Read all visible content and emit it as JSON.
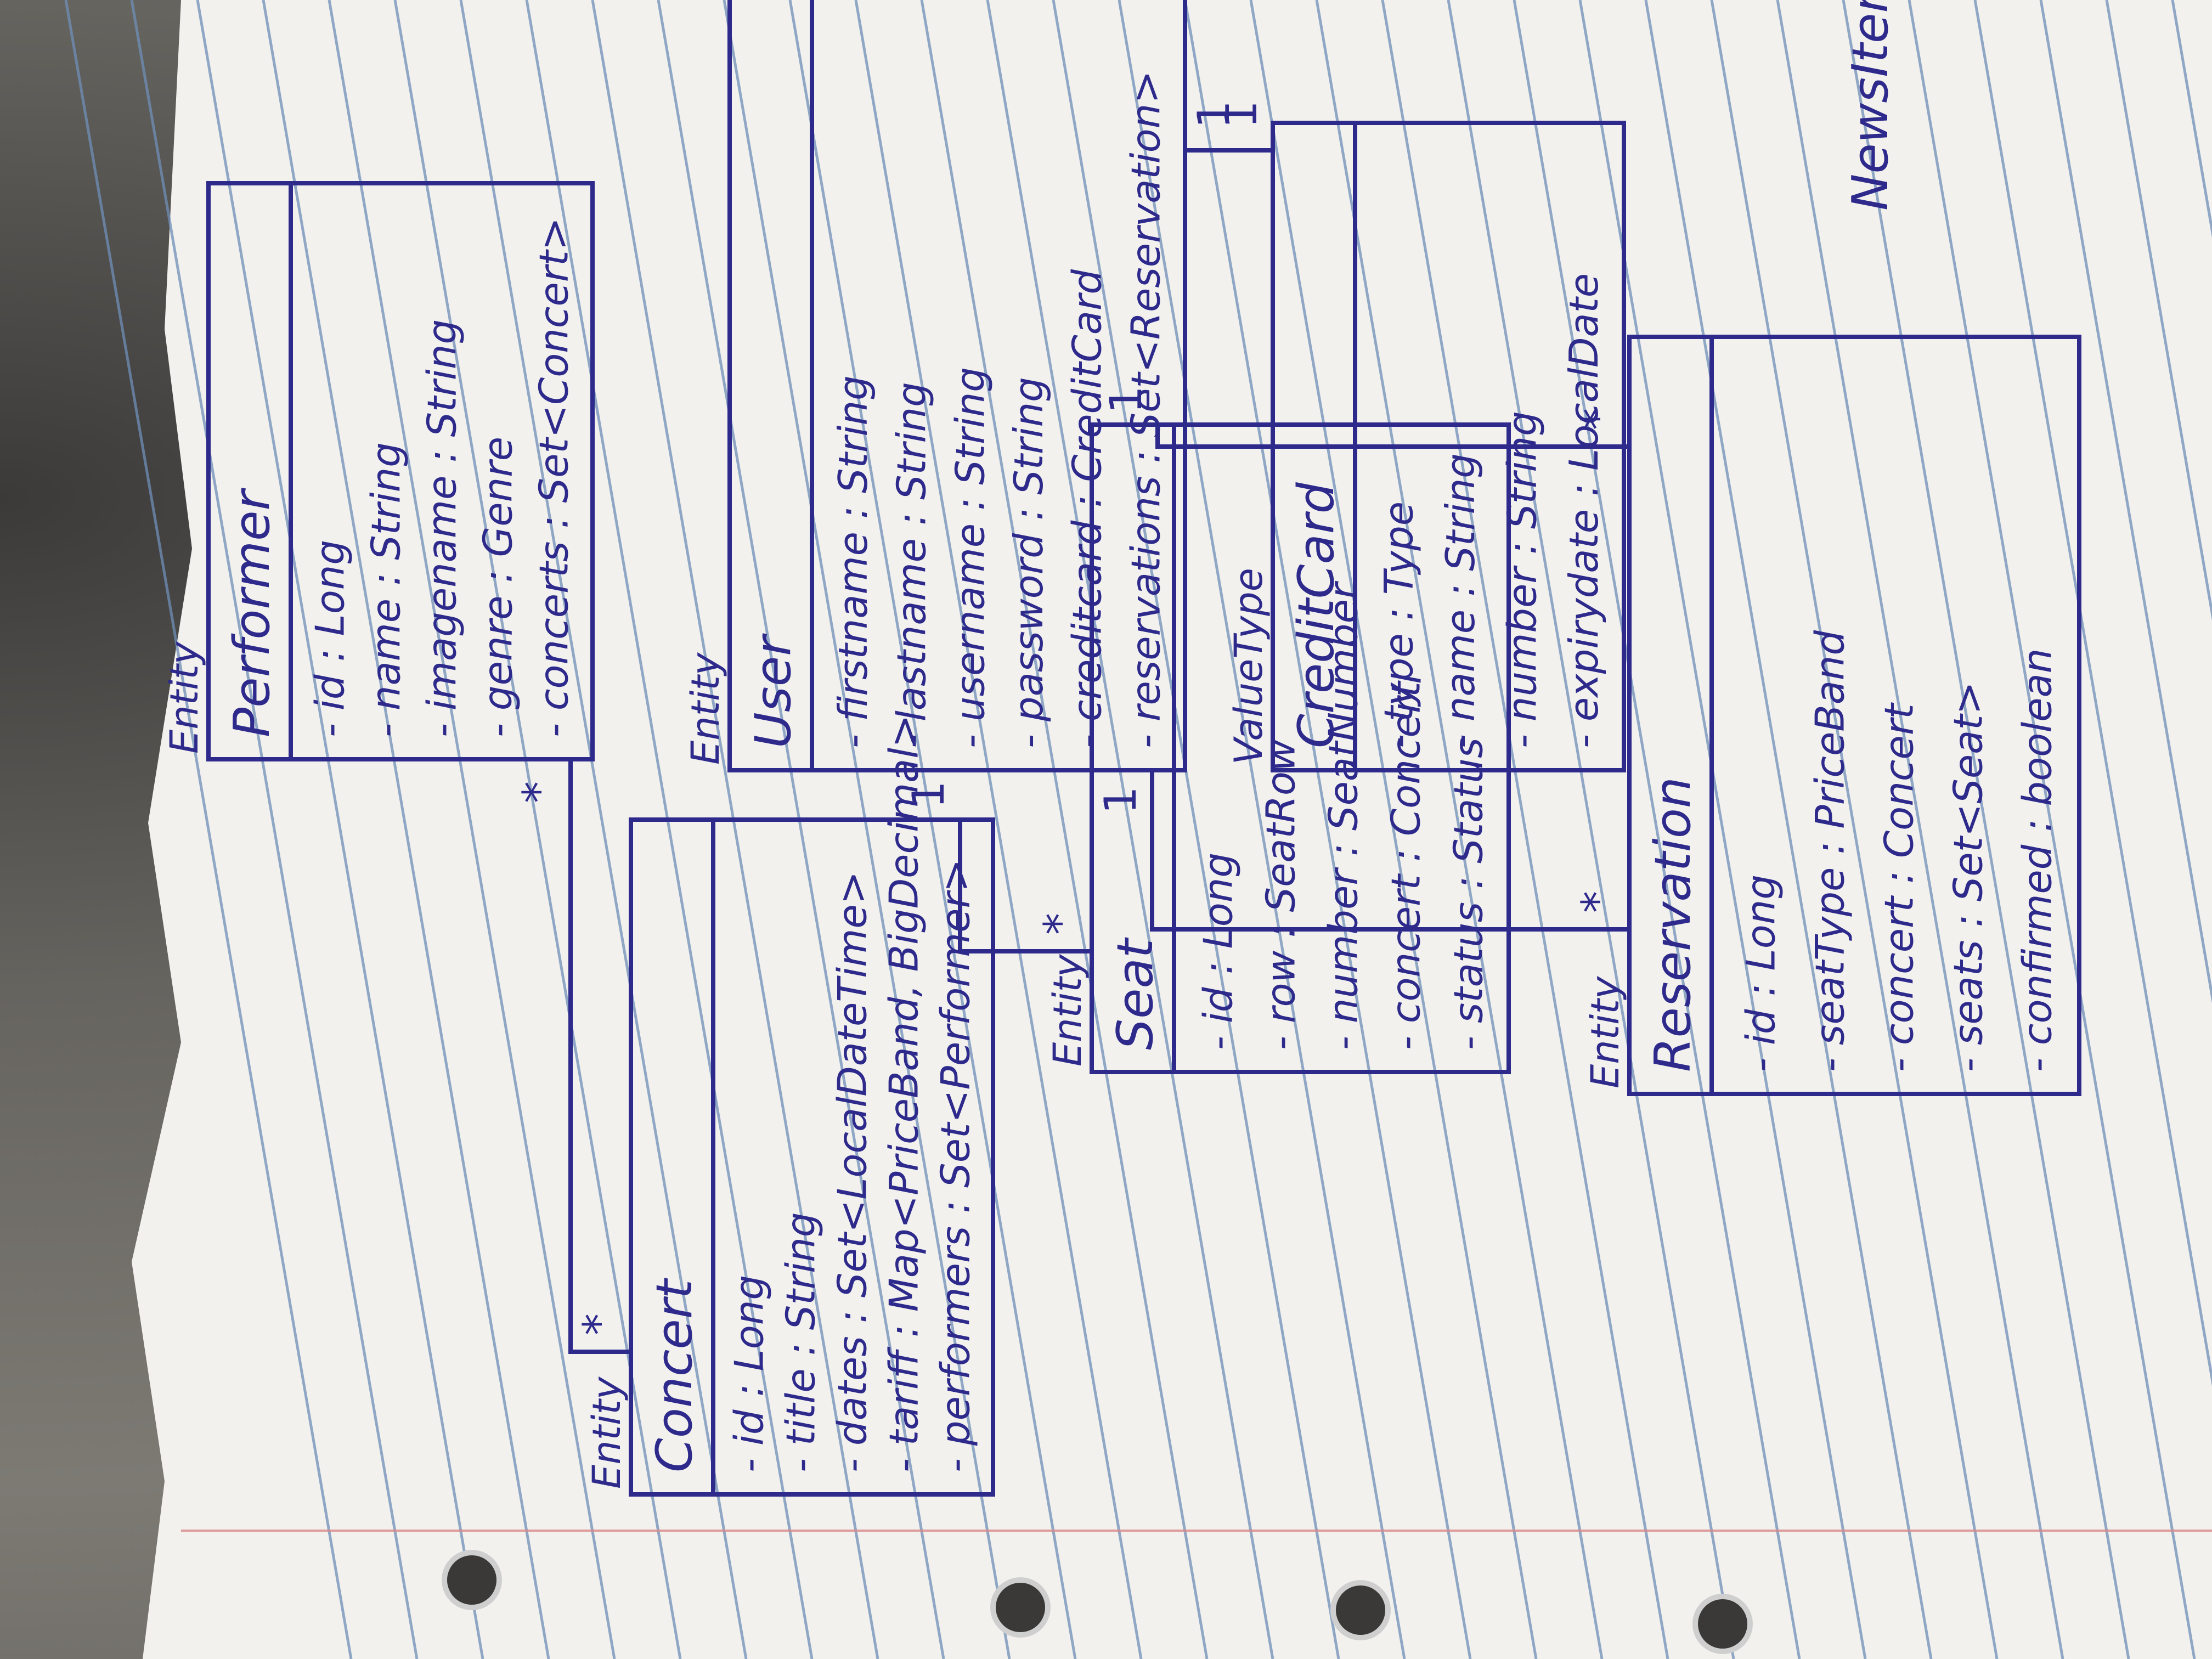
{
  "diagram": {
    "classes": [
      {
        "key": "concert",
        "stereotype": "Entity",
        "name": "Concert",
        "attributes": [
          "- id : Long",
          "- title : String",
          "- dates : Set<LocalDateTime>",
          "- tariff : Map<PriceBand, BigDecimal>",
          "- performers : Set<Performer>"
        ]
      },
      {
        "key": "performer",
        "stereotype": "Entity",
        "name": "Performer",
        "attributes": [
          "- id : Long",
          "- name : String",
          "- imagename : String",
          "- genre : Genre",
          "- concerts : Set<Concert>"
        ]
      },
      {
        "key": "user",
        "stereotype": "Entity",
        "name": "User",
        "attributes": [
          "- firstname : String",
          "- lastname : String",
          "- username : String",
          "- password : String",
          "- creditcard : CreditCard",
          "- reservations : Set<Reservation>"
        ]
      },
      {
        "key": "creditcard",
        "stereotype": "ValueType",
        "name": "CreditCard",
        "attributes": [
          "- type : Type",
          "- name : String",
          "- number : String",
          "- expirydate : LocalDate"
        ]
      },
      {
        "key": "seat",
        "stereotype": "Entity",
        "name": "Seat",
        "attributes": [
          "- id : Long",
          "- row : SeatRow",
          "- number : SeatNumber",
          "- concert : Concert",
          "- status : Status"
        ]
      },
      {
        "key": "reservation",
        "stereotype": "Entity",
        "name": "Reservation",
        "attributes": [
          "- id : Long",
          "- seatType : PriceBand",
          "- concert : Concert",
          "- seats : Set<Seat>",
          "- confirmed : boolean"
        ]
      }
    ],
    "multiplicities": {
      "concert_performer_a": "*",
      "concert_performer_b": "*",
      "seat_concert_a": "*",
      "seat_concert_b": "1",
      "user_creditcard_a": "1",
      "user_creditcard_b": "1",
      "user_reservation_a": "*",
      "user_reservation_b": "1",
      "reservation_seat_a": "*",
      "reservation_seat_b": "1"
    },
    "note": "NewsItem"
  }
}
